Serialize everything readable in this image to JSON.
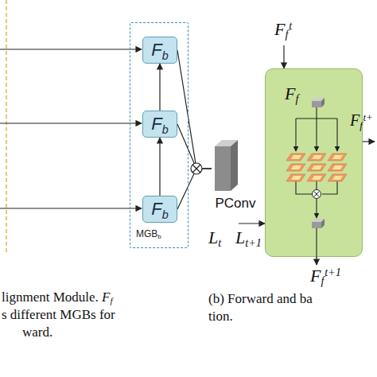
{
  "diagram": {
    "nodes": [
      {
        "text": [
          "MGBb"
        ]
      },
      {
        "text": [
          "Fb"
        ],
        "in": 0
      },
      {
        "text": [
          "Fb"
        ],
        "in": 0
      },
      {
        "text": [
          "Fb"
        ],
        "in": 0
      },
      {
        "text": [
          "PConv"
        ]
      },
      {
        "text": [
          "Ff"
        ]
      }
    ],
    "edges": [
      {
        "from": 3,
        "to": 2,
        "arrow": "to"
      },
      {
        "from": 2,
        "to": 1,
        "arrow": "to"
      },
      {
        "from": 1,
        "to": 4,
        "arrow": "none"
      },
      {
        "from": 2,
        "to": 4,
        "arrow": "none"
      },
      {
        "from": 3,
        "to": 4,
        "arrow": "none"
      }
    ],
    "labels": [
      "Fft",
      "Fft+",
      "Lt",
      "Lt+1",
      "Fft+1",
      "lignment Module. Ff",
      "s different MGBs for",
      "ward.",
      "(b) Forward and ba",
      "tion."
    ]
  }
}
